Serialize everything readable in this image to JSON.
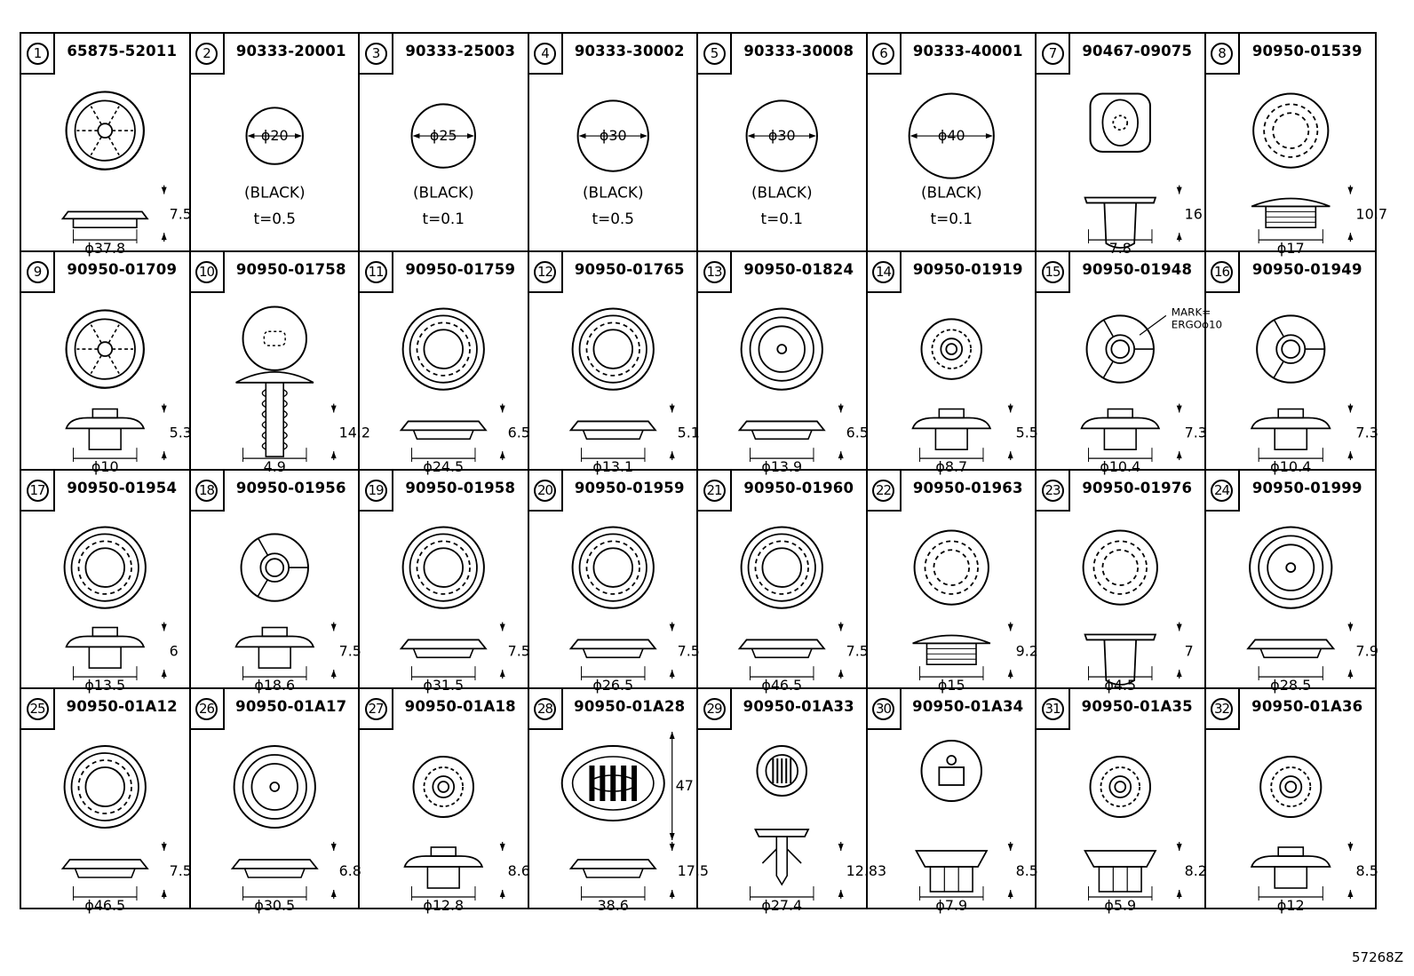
{
  "footer_code": "57268Z",
  "parts": [
    {
      "n": "1",
      "pn": "65875-52011",
      "view": "hub",
      "side": "lowplug",
      "dims": {
        "dia": "ϕ37.8",
        "h": "7.5"
      }
    },
    {
      "n": "2",
      "pn": "90333-20001",
      "view": "disc",
      "r": 32,
      "dims": {
        "dia": "ϕ20"
      },
      "notes": [
        "(BLACK)",
        "t=0.5"
      ]
    },
    {
      "n": "3",
      "pn": "90333-25003",
      "view": "disc",
      "r": 36,
      "dims": {
        "dia": "ϕ25"
      },
      "notes": [
        "(BLACK)",
        "t=0.1"
      ]
    },
    {
      "n": "4",
      "pn": "90333-30002",
      "view": "disc",
      "r": 40,
      "dims": {
        "dia": "ϕ30"
      },
      "notes": [
        "(BLACK)",
        "t=0.5"
      ]
    },
    {
      "n": "5",
      "pn": "90333-30008",
      "view": "disc",
      "r": 40,
      "dims": {
        "dia": "ϕ30"
      },
      "notes": [
        "(BLACK)",
        "t=0.1"
      ]
    },
    {
      "n": "6",
      "pn": "90333-40001",
      "view": "disc",
      "r": 48,
      "dims": {
        "dia": "ϕ40"
      },
      "notes": [
        "(BLACK)",
        "t=0.1"
      ]
    },
    {
      "n": "7",
      "pn": "90467-09075",
      "view": "square",
      "side": "clip",
      "dims": {
        "dia": "7.8",
        "h": "16"
      }
    },
    {
      "n": "8",
      "pn": "90950-01539",
      "view": "dashed",
      "side": "cap",
      "dims": {
        "dia": "ϕ17",
        "h": "10.7"
      }
    },
    {
      "n": "9",
      "pn": "90950-01709",
      "view": "hub",
      "side": "mushroom",
      "dims": {
        "dia": "ϕ10",
        "h": "5.3"
      }
    },
    {
      "n": "10",
      "pn": "90950-01758",
      "view": "dome",
      "side": "tree",
      "dims": {
        "dia": "4.9",
        "h": "14.2"
      }
    },
    {
      "n": "11",
      "pn": "90950-01759",
      "view": "rings",
      "side": "flat",
      "dims": {
        "dia": "ϕ24.5",
        "h": "6.5"
      }
    },
    {
      "n": "12",
      "pn": "90950-01765",
      "view": "rings",
      "side": "flat",
      "dims": {
        "dia": "ϕ13.1",
        "h": "5.1"
      }
    },
    {
      "n": "13",
      "pn": "90950-01824",
      "view": "dot",
      "side": "flat",
      "dims": {
        "dia": "ϕ13.9",
        "h": "6.5"
      }
    },
    {
      "n": "14",
      "pn": "90950-01919",
      "view": "target",
      "side": "mushroom",
      "dims": {
        "dia": "ϕ8.7",
        "h": "5.5"
      }
    },
    {
      "n": "15",
      "pn": "90950-01948",
      "view": "spoke",
      "side": "mushroom",
      "dims": {
        "dia": "ϕ10.4",
        "h": "7.3"
      },
      "mark": [
        "MARK=",
        "ERGOϕ10"
      ]
    },
    {
      "n": "16",
      "pn": "90950-01949",
      "view": "spoke",
      "side": "mushroom",
      "dims": {
        "dia": "ϕ10.4",
        "h": "7.3"
      }
    },
    {
      "n": "17",
      "pn": "90950-01954",
      "view": "rings",
      "side": "mushroom",
      "dims": {
        "dia": "ϕ13.5",
        "h": "6"
      }
    },
    {
      "n": "18",
      "pn": "90950-01956",
      "view": "spoke",
      "side": "mushroom",
      "dims": {
        "dia": "ϕ18.6",
        "h": "7.5"
      }
    },
    {
      "n": "19",
      "pn": "90950-01958",
      "view": "rings",
      "side": "flat",
      "dims": {
        "dia": "ϕ31.5",
        "h": "7.5"
      }
    },
    {
      "n": "20",
      "pn": "90950-01959",
      "view": "rings",
      "side": "flat",
      "dims": {
        "dia": "ϕ26.5",
        "h": "7.5"
      }
    },
    {
      "n": "21",
      "pn": "90950-01960",
      "view": "rings",
      "side": "flat",
      "dims": {
        "dia": "ϕ46.5",
        "h": "7.5"
      }
    },
    {
      "n": "22",
      "pn": "90950-01963",
      "view": "dashed",
      "side": "cap",
      "dims": {
        "dia": "ϕ15",
        "h": "9.2"
      }
    },
    {
      "n": "23",
      "pn": "90950-01976",
      "view": "dashed",
      "side": "clip",
      "dims": {
        "dia": "ϕ4.5",
        "h": "7"
      }
    },
    {
      "n": "24",
      "pn": "90950-01999",
      "view": "dot",
      "side": "flat",
      "dims": {
        "dia": "ϕ28.5",
        "h": "7.9"
      }
    },
    {
      "n": "25",
      "pn": "90950-01A12",
      "view": "rings",
      "side": "flat",
      "dims": {
        "dia": "ϕ46.5",
        "h": "7.5"
      }
    },
    {
      "n": "26",
      "pn": "90950-01A17",
      "view": "dot",
      "side": "flat",
      "dims": {
        "dia": "ϕ30.5",
        "h": "6.8"
      }
    },
    {
      "n": "27",
      "pn": "90950-01A18",
      "view": "target",
      "side": "mushroom",
      "dims": {
        "dia": "ϕ12.8",
        "h": "8.6"
      }
    },
    {
      "n": "28",
      "pn": "90950-01A28",
      "view": "oval",
      "side": "flat",
      "dims": {
        "dia": "38.6",
        "h": "17.5",
        "v": "47"
      }
    },
    {
      "n": "29",
      "pn": "90950-01A33",
      "view": "grille",
      "side": "anchor",
      "dims": {
        "dia": "ϕ27.4",
        "h": "12.83"
      }
    },
    {
      "n": "30",
      "pn": "90950-01A34",
      "view": "tab",
      "side": "box",
      "dims": {
        "dia": "ϕ7.9",
        "h": "8.5"
      }
    },
    {
      "n": "31",
      "pn": "90950-01A35",
      "view": "target",
      "side": "box",
      "dims": {
        "dia": "ϕ5.9",
        "h": "8.2"
      }
    },
    {
      "n": "32",
      "pn": "90950-01A36",
      "view": "target",
      "side": "mushroom",
      "dims": {
        "dia": "ϕ12",
        "h": "8.5"
      }
    }
  ]
}
